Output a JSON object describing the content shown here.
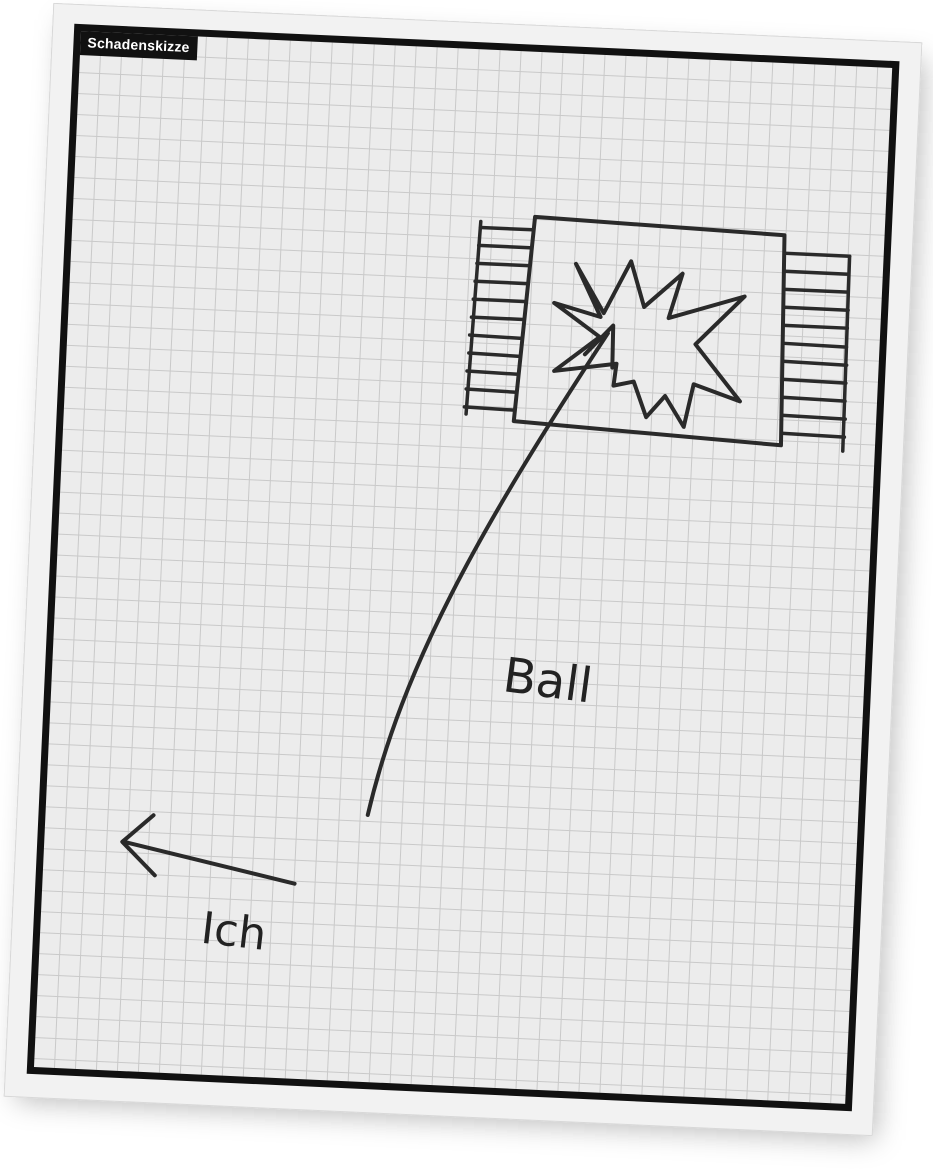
{
  "sketch": {
    "tab_label": "Schadenskizze",
    "ball_label": "Ball",
    "ich_label": "Ich"
  }
}
